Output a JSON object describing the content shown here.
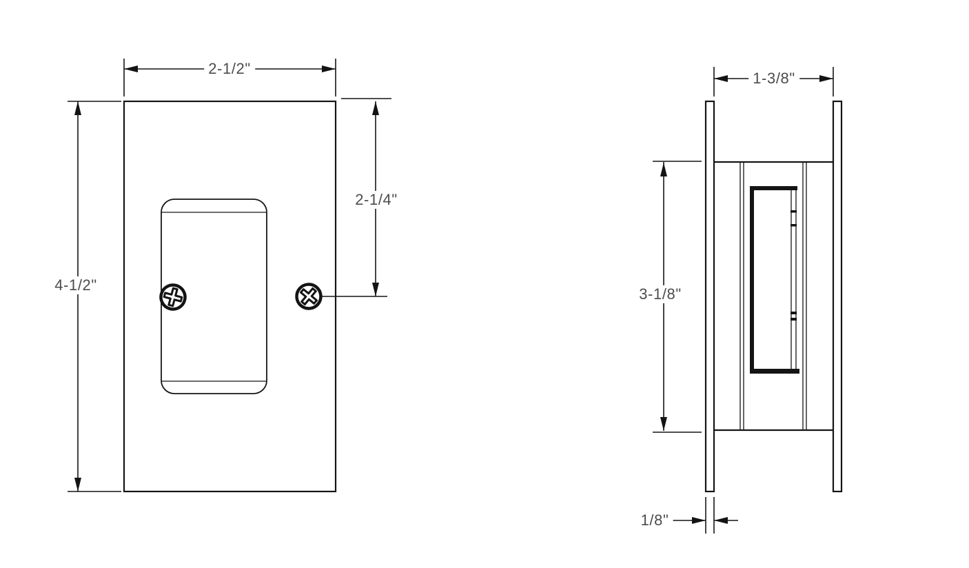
{
  "colors": {
    "line-color": "#141414",
    "text-color": "#4c4c4e",
    "bg-color": "#ffffff"
  },
  "dimensions": {
    "front_width": "2-1/2\"",
    "front_height": "4-1/2\"",
    "screw_offset": "2-1/4\"",
    "side_width": "1-3/8\"",
    "side_body_height": "3-1/8\"",
    "flange_thickness": "1/8\""
  }
}
